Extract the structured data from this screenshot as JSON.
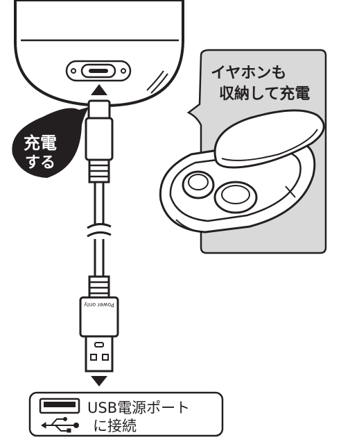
{
  "callout_stored": {
    "line1": "イヤホンも",
    "line2": "収納して充電"
  },
  "badge_charge": {
    "line1": "充電",
    "line2": "する"
  },
  "cable_print": "Power only",
  "usb_port_box": {
    "line1": "USB電源ポート",
    "line2": "に接続"
  },
  "icons": [
    "usb-port-icon",
    "usb-symbol-icon",
    "usb-c-port-icon",
    "arrow-up-icon",
    "arrow-down-icon"
  ],
  "colors": {
    "ink": "#231f20",
    "panel_gray": "#d9d9d9",
    "white": "#ffffff"
  }
}
